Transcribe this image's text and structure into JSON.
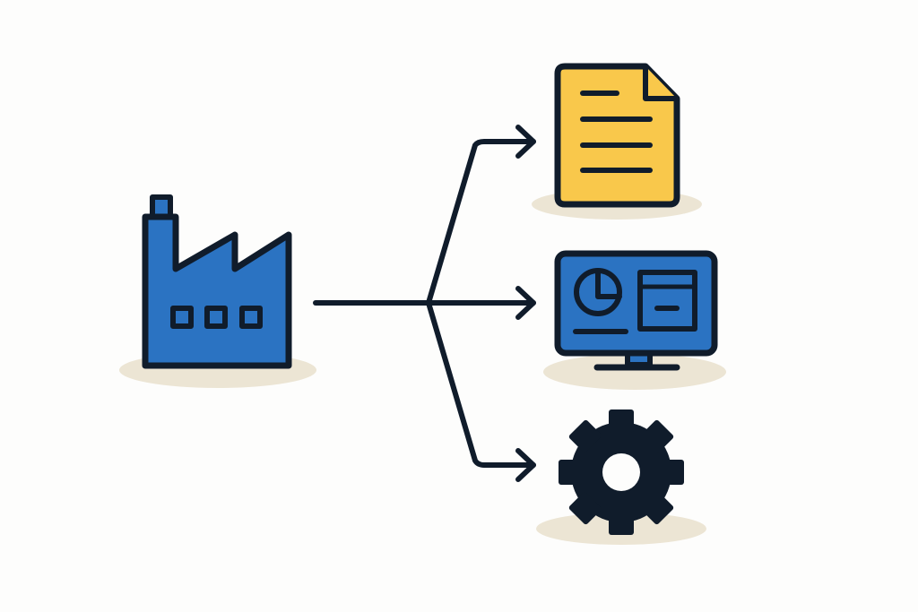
{
  "diagram": {
    "title": "",
    "nodes": [
      {
        "id": "factory",
        "icon": "factory-icon"
      },
      {
        "id": "document",
        "icon": "document-icon"
      },
      {
        "id": "dashboard",
        "icon": "monitor-dashboard-icon"
      },
      {
        "id": "settings",
        "icon": "gear-icon"
      }
    ],
    "edges": [
      {
        "from": "factory",
        "to": "document"
      },
      {
        "from": "factory",
        "to": "dashboard"
      },
      {
        "from": "factory",
        "to": "settings"
      }
    ]
  },
  "colors": {
    "outline": "#101c2b",
    "blue": "#2b73c2",
    "yellow": "#f9c84b",
    "shadow": "#ece5d4",
    "background": "#fdfdfc"
  }
}
